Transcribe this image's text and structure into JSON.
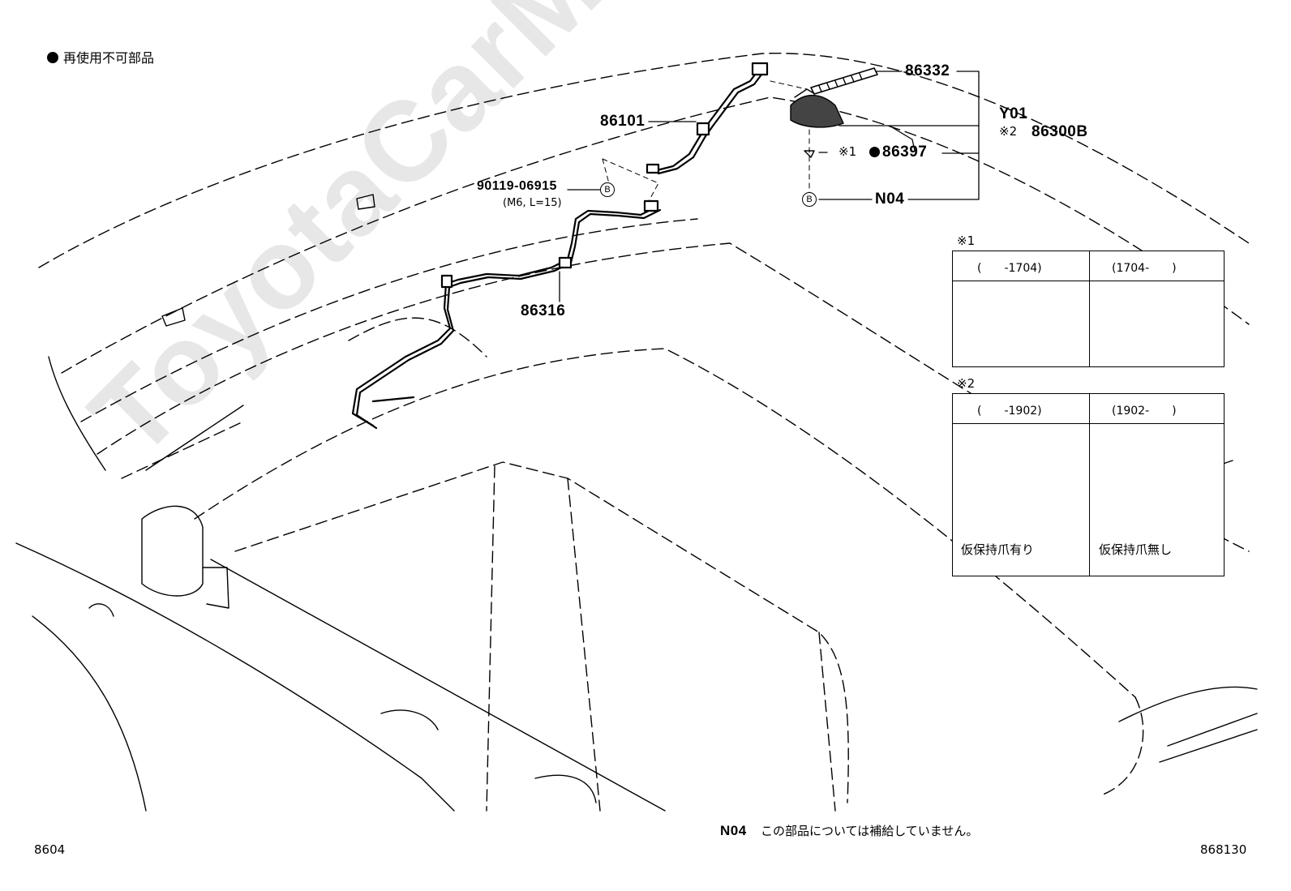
{
  "legend": {
    "reuse_text": "再使用不可部品"
  },
  "watermark": "ToyotaCarMine.ru",
  "parts": {
    "p86332": "86332",
    "y01": "Y01",
    "note2_mark": "※2",
    "p86300b": "86300B",
    "note1_mark": "※1",
    "p86397": "86397",
    "b_mark": "B",
    "n04": "N04",
    "p86101": "86101",
    "p90119": "90119-06915",
    "p90119_spec": "(M6, L=15)",
    "p86316": "86316"
  },
  "table1": {
    "title": "※1",
    "col1": "(　　-1704)",
    "col2": "(1704-　　)"
  },
  "table2": {
    "title": "※2",
    "col1": "(　　-1902)",
    "col2": "(1902-　　)",
    "cap1": "仮保持爪有り",
    "cap2": "仮保持爪無し"
  },
  "footer": {
    "n04_code": "N04",
    "n04_note": "この部品については補給していません。",
    "left_code": "8604",
    "right_code": "868130"
  }
}
